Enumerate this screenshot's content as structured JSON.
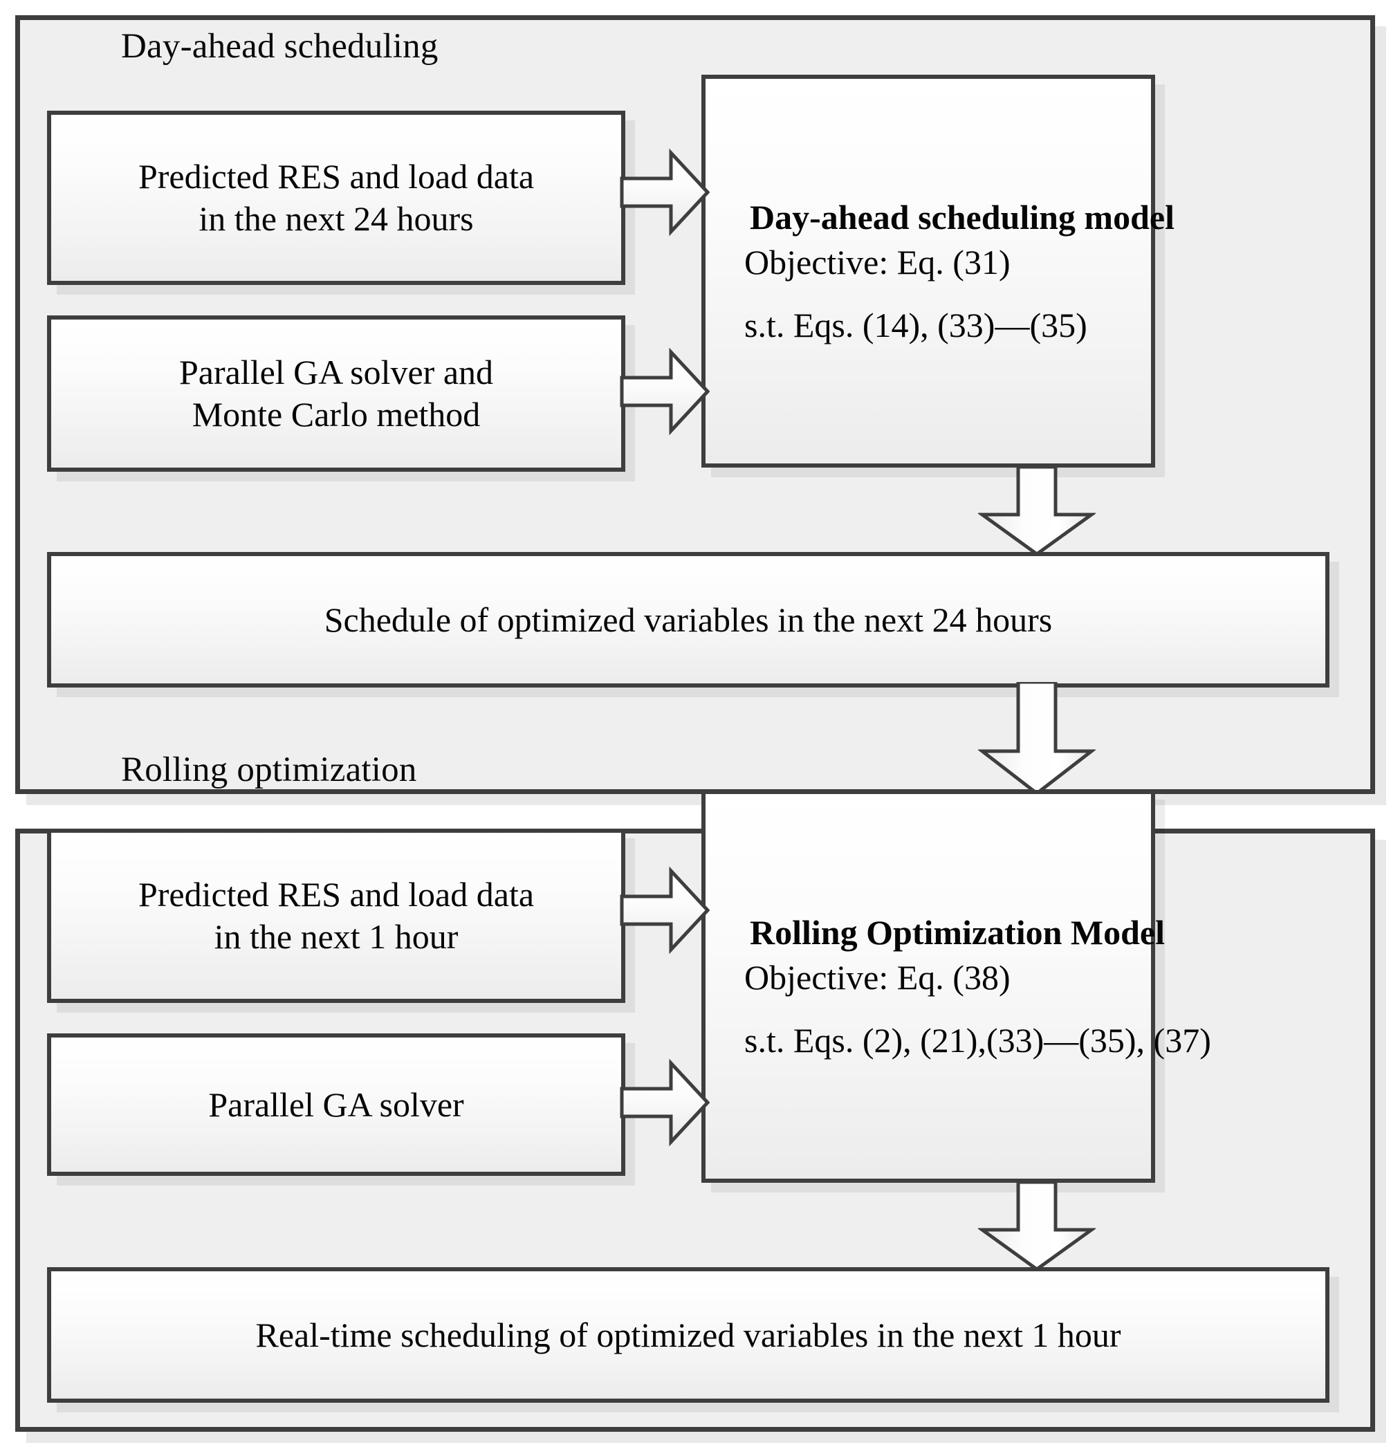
{
  "diagram": {
    "title": "Two-stage scheduling framework",
    "colors": {
      "panel_fill": "#efefef",
      "box_stroke": "#3e3e3e",
      "box_fill_top": "#ffffff",
      "box_fill_bottom": "#ececec",
      "text": "#060606"
    }
  },
  "panels": [
    {
      "id": "day-ahead",
      "title": "Day-ahead scheduling",
      "inputs": [
        {
          "id": "input-res-24h",
          "line1": "Predicted RES and load data",
          "line2": "in the next 24 hours"
        },
        {
          "id": "input-solver-mc",
          "line1": "Parallel GA solver and",
          "line2": "Monte Carlo method"
        }
      ],
      "model": {
        "id": "day-ahead-model",
        "heading": "Day-ahead scheduling model",
        "objective": "Objective: Eq. (31)",
        "constraints": "s.t. Eqs. (14), (33)—(35)"
      },
      "output": {
        "id": "output-schedule-24h",
        "text": "Schedule of optimized variables in the next 24 hours"
      }
    },
    {
      "id": "rolling",
      "title": "Rolling optimization",
      "inputs": [
        {
          "id": "input-res-1h",
          "line1": "Predicted RES and load data",
          "line2": "in the next 1 hour"
        },
        {
          "id": "input-solver",
          "line1": "Parallel GA solver",
          "line2": ""
        }
      ],
      "model": {
        "id": "rolling-model",
        "heading": "Rolling Optimization Model",
        "objective": "Objective: Eq. (38)",
        "constraints": "s.t. Eqs. (2), (21),(33)—(35), (37)"
      },
      "output": {
        "id": "output-realtime-1h",
        "text": "Real-time scheduling of optimized variables in the next 1 hour"
      }
    }
  ],
  "arrows": [
    {
      "id": "arrow-input-res24-to-model",
      "direction": "right"
    },
    {
      "id": "arrow-input-solvermc-to-model",
      "direction": "right"
    },
    {
      "id": "arrow-model-to-schedule",
      "direction": "down"
    },
    {
      "id": "arrow-schedule-to-rolling",
      "direction": "down"
    },
    {
      "id": "arrow-input-res1h-to-model",
      "direction": "right"
    },
    {
      "id": "arrow-input-solver-to-model",
      "direction": "right"
    },
    {
      "id": "arrow-rollingmodel-to-output",
      "direction": "down"
    }
  ]
}
